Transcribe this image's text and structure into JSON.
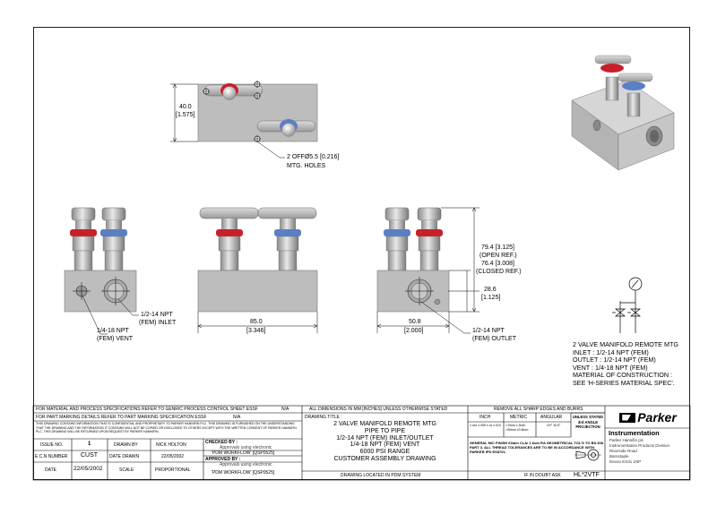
{
  "views": {
    "top": {
      "dim_height_mm": "40.0",
      "dim_height_in": "[1.575]",
      "mounting_holes": "2 OFFØ5.5 [0.216]",
      "mounting_holes_label": "MTG. HOLES"
    },
    "left": {
      "port_label_1": "1/2-14 NPT",
      "port_label_2": "(FEM) INLET",
      "vent_label_1": "1/4-18 NPT",
      "vent_label_2": "(FEM) VENT"
    },
    "front": {
      "width_mm": "85.0",
      "width_in": "[3.346]"
    },
    "right": {
      "open_mm_in": "79.4 [3.125]",
      "open_ref": "(OPEN REF.)",
      "closed_mm_in": "76.4 [3.008]",
      "closed_ref": "(CLOSED REF.)",
      "port_height_mm": "28.6",
      "port_height_in": "[1.125]",
      "width_mm": "50.8",
      "width_in": "[2.000]",
      "outlet_1": "1/2-14 NPT",
      "outlet_2": "(FEM) OUTLET"
    }
  },
  "description": {
    "lines": [
      "2 VALVE MANIFOLD REMOTE MTG",
      "INLET : 1/2-14 NPT (FEM)",
      "OUTLET : 1/2-14 NPT (FEM)",
      "VENT : 1/4-18 NPT (FEM)",
      "MATERIAL OF CONSTRUCTION :",
      "SEE 'H-SERIES MATERIAL SPEC'."
    ]
  },
  "title_block": {
    "material_spec": "FOR MATERIAL AND PROCESS SPECIFICATIONS REFER TO GENRIC PROCESS CONTROL SHEET ESSF",
    "material_spec_value": "N/A",
    "part_marking": "FOR PART MARKING DETAILS REFER TO PART MARKING SPECIFICATION ESSF",
    "part_marking_value": "N/A",
    "confidential": "THIS DRAWING CONTAINS INFORMATION THAT IS CONFIDENTIAL AND PROPRIETARY TO PARKER HANNIFIN PLC. THIS DRAWING IS FURNISHED ON THE UNDERSTANDING THAT THE DRAWING AND THE INFORMATION IT CONTAINS WILL NOT BE COPIED OR DISCLOSED TO OTHERS EXCEPT WITH THE WRITTEN CONSENT OF PARKER HANNIFIN PLC. THIS DRAWING WILL BE RETURNED UPON REQUEST BY PARKER HANNIFIN.",
    "issue_no_label": "ISSUE NO.",
    "issue_no": "1",
    "drawn_by_label": "DRAWN BY",
    "drawn_by": "NICK HOLTON",
    "ecn_label": "E.C.N NUMBER",
    "ecn": "CUST",
    "date_drawn_label": "DATE DRAWN",
    "date_drawn": "22/05/2002",
    "date_label": "DATE",
    "date": "22/05/2002",
    "scale_label": "SCALE",
    "scale": "PROPORTIONAL",
    "checked_by": "CHECKED BY :",
    "checked_note": "Approvals using electronic",
    "checked_workflow": "'PDM WORKFLOW' [QSP0525]",
    "approved_by": "APPROVED BY :",
    "approved_note": "Approvals using electronic",
    "approved_workflow": "'PDM WORKFLOW' [QSP0525]",
    "dims_note": "ALL DIMENSIONS IN MM [INCHES] UNLESS OTHERWISE STATED",
    "drawing_title_label": "DRAWING TITLE :",
    "drawing_title": [
      "2 VALVE MANIFOLD REMOTE MTG",
      "PIPE TO PIPE",
      "1/2-14 NPT (FEM) INLET/OUTLET",
      "1/4-18 NPT (FEM) VENT",
      "6000 PSI RANGE",
      "CUSTOMER ASSEMBLY DRAWING"
    ],
    "pdm_note": "DRAWING LOCATED IN PDM SYSTEM",
    "burrs": "REMOVE ALL SHARP EDGES AND BURRS",
    "tol_headers": [
      "INCH",
      "METRIC",
      "ANGULAR"
    ],
    "tol_values": [
      "±.xxx ±.005   ±.xx ±.010",
      "1.5mm ±.3mm   >30mm ±0.5mm",
      "±½°   ±0.5°"
    ],
    "finish_note": "GENERAL M/C FINISH 63min CLA/ 1.6um RA GEOMETRICAL TOL'S TO BS.308 PART 3. ALL THREAD TOLERANCES ARE TO BE IN ACCORDANCE WITH PARKER IPD ES8701.",
    "doubt": "IF IN DOUBT ASK",
    "projection": [
      "UNLESS STATED",
      "3rd ANGLE",
      "PROJECTION"
    ],
    "company": "Parker",
    "division": "Instrumentation",
    "address": [
      "Parker Hannifin plc",
      "Instrumentation Products Division",
      "Riverside Road",
      "Barnstaple",
      "Devon EX31 1NP"
    ],
    "part_no": "HL*2VTF"
  },
  "colors": {
    "red_handle": "#c8202a",
    "blue_handle": "#5b7fc4",
    "body": "#b5b5b5",
    "line": "#000000"
  }
}
